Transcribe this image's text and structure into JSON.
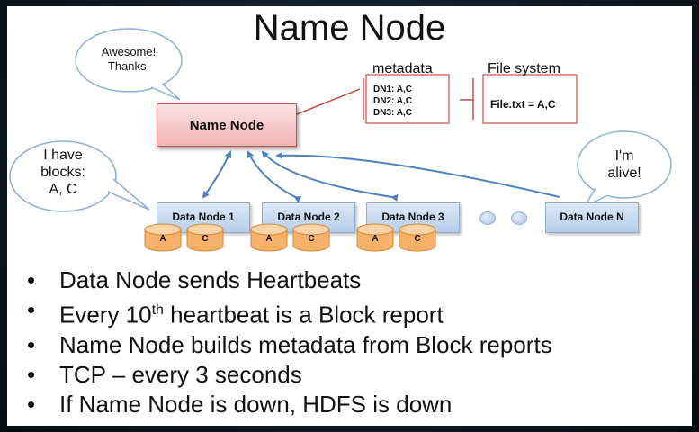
{
  "title": "Name Node",
  "name_node": {
    "label": "Name Node"
  },
  "speech": {
    "name_node": [
      "Awesome!",
      "Thanks."
    ],
    "data_node_1": [
      "I have",
      "blocks:",
      "A, C"
    ],
    "data_node_n": [
      "I'm",
      "alive!"
    ]
  },
  "metadata": {
    "label": "metadata",
    "lines": [
      "DN1: A,C",
      "DN2: A,C",
      "DN3: A,C"
    ]
  },
  "file_system": {
    "label": "File system",
    "entry": "File.txt = A,C"
  },
  "data_nodes": [
    {
      "label": "Data Node 1",
      "blocks": [
        "A",
        "C"
      ]
    },
    {
      "label": "Data Node 2",
      "blocks": [
        "A",
        "C"
      ]
    },
    {
      "label": "Data Node 3",
      "blocks": [
        "A",
        "C"
      ]
    },
    {
      "label": "Data Node N",
      "blocks": []
    }
  ],
  "bullets": [
    {
      "text": "Data Node sends Heartbeats"
    },
    {
      "pre": "Every 10",
      "sup": "th",
      "post": " heartbeat is a Block report"
    },
    {
      "text": "Name Node builds metadata from Block reports"
    },
    {
      "text": "TCP – every 3 seconds"
    },
    {
      "text": "If Name Node is down, HDFS is down"
    }
  ],
  "colors": {
    "name_node_border": "#c0504d",
    "arrow": "#4f81bd",
    "data_node_fill": "#b6cde8",
    "block_fill": "#f6b26b"
  }
}
